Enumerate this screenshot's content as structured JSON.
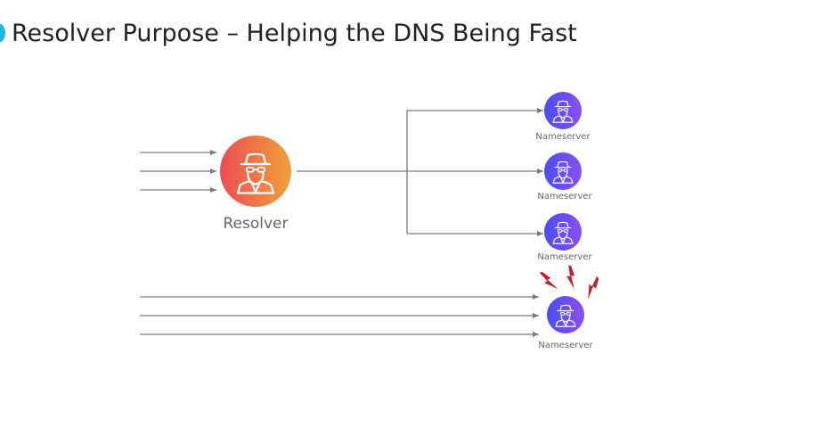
{
  "title": "Resolver Purpose – Helping the DNS Being Fast",
  "colors": {
    "accent_dot": "#1fb6e0",
    "resolver_gradient_start": "#ec4d55",
    "resolver_gradient_end": "#f0a038",
    "nameserver_gradient_start": "#4a4df0",
    "nameserver_gradient_end": "#8a4ff0",
    "arrow": "#7a7a7a",
    "alert": "#c0202f"
  },
  "nodes": {
    "resolver": {
      "label": "Resolver",
      "icon": "spy-agent-icon"
    },
    "nameservers": [
      {
        "label": "Nameserver",
        "icon": "spy-agent-icon"
      },
      {
        "label": "Nameserver",
        "icon": "spy-agent-icon"
      },
      {
        "label": "Nameserver",
        "icon": "spy-agent-icon"
      },
      {
        "label": "Nameserver",
        "icon": "spy-agent-icon",
        "overloaded": true
      }
    ]
  },
  "alert_icon": "lightning-bolt-icon"
}
